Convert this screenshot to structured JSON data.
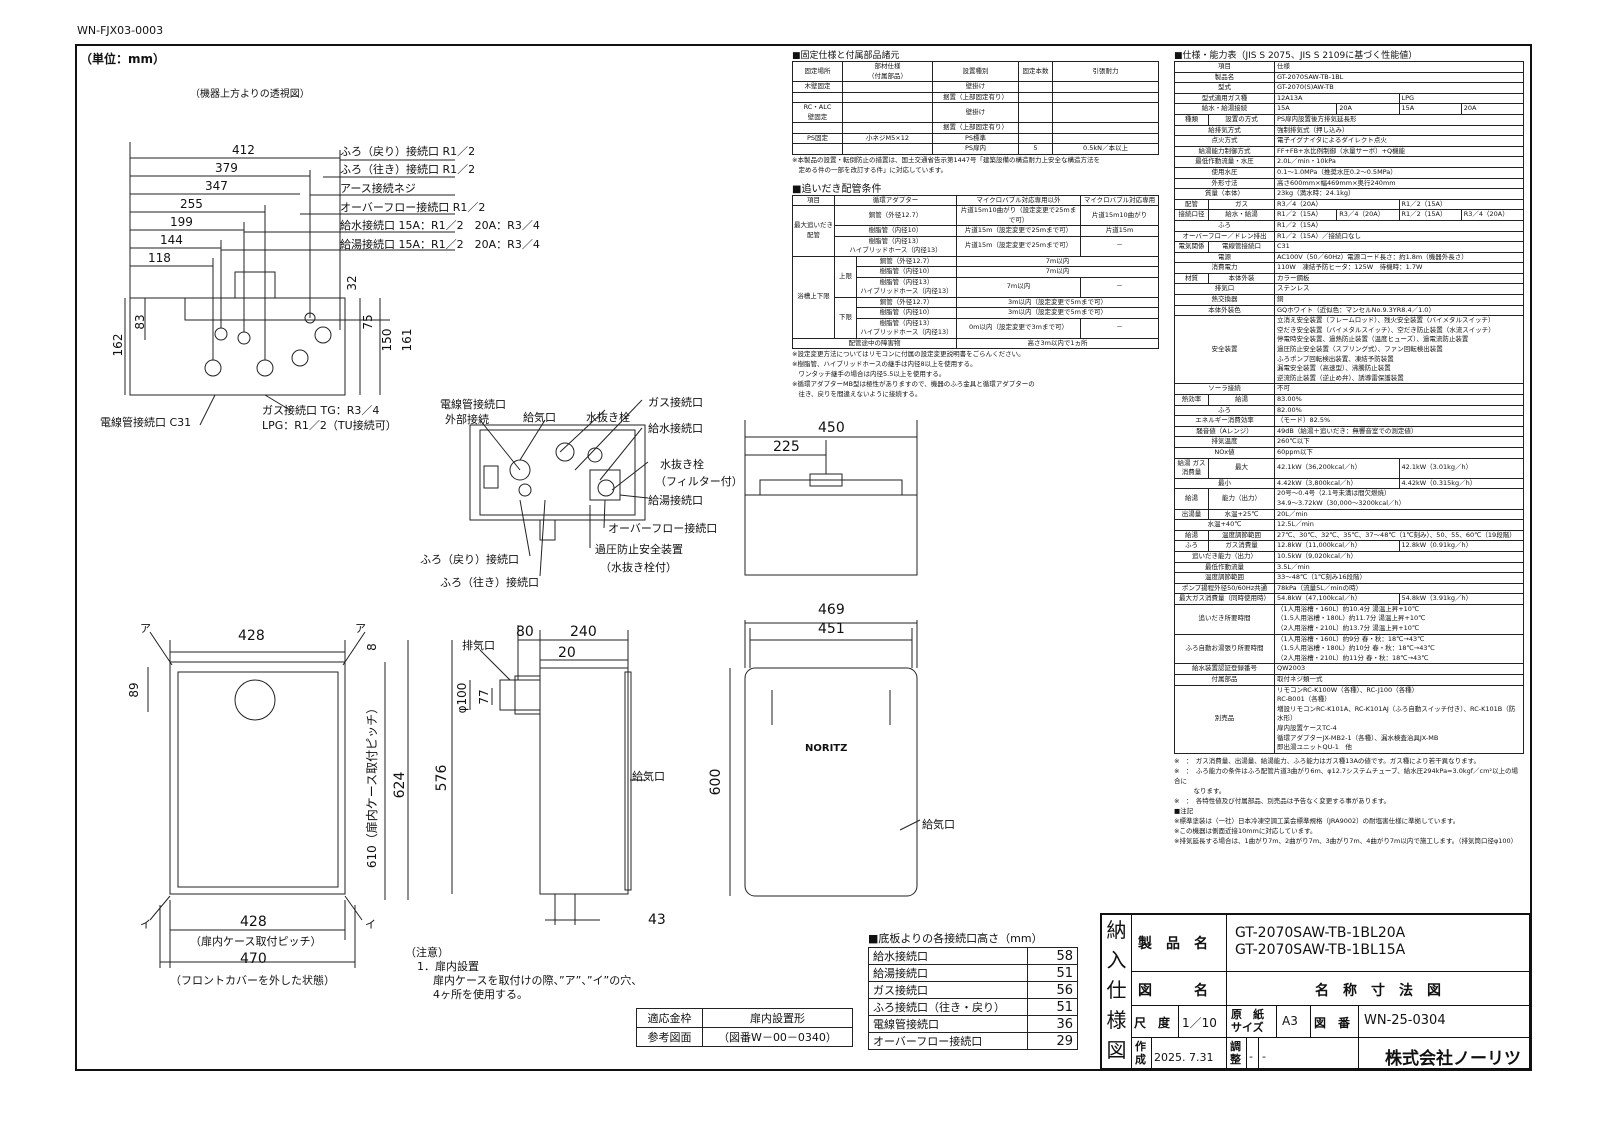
{
  "doc_id": "WN-FJX03-0003",
  "unit": "（単位：mm）",
  "top_view": {
    "title": "（機器上方よりの透視図）",
    "dims": {
      "d412": "412",
      "d379": "379",
      "d347": "347",
      "d255": "255",
      "d199": "199",
      "d144": "144",
      "d118": "118",
      "d162": "162",
      "d83": "83",
      "d32": "32",
      "d75": "75",
      "d150": "150",
      "d161": "161"
    },
    "labels": [
      "ふろ（戻り）接続口 R1／2",
      "ふろ（往き）接続口 R1／2",
      "アース接続ネジ",
      "オーバーフロー接続口 R1／2",
      "給水接続口 15A：R1／2　20A：R3／4",
      "給湯接続口 15A：R1／2　20A：R3／4"
    ],
    "conduit": "電線管接続口 C31",
    "gas_tg": "ガス接続口 TG：R3／4",
    "gas_lpg": "LPG：R1／2（TU接続可）"
  },
  "open_view": {
    "labels": {
      "conduit": "電線管接続口",
      "external": "外部接続",
      "intake": "給気口",
      "drain": "水抜き栓",
      "gas": "ガス接続口",
      "water": "給水接続口",
      "drain2": "水抜き栓",
      "filter": "（フィルター付）",
      "hot": "給湯接続口",
      "overflow": "オーバーフロー接続口",
      "bath_ret": "ふろ（戻り）接続口",
      "bath_go": "ふろ（往き）接続口",
      "relief": "過圧防止安全装置",
      "relief2": "（水抜き栓付）"
    }
  },
  "side_top": {
    "d450": "450",
    "d225": "225"
  },
  "case_view": {
    "d428top": "428",
    "d89": "89",
    "d8": "8",
    "d624": "624",
    "d610": "610（扉内ケース取付ピッチ）",
    "d428bot": "428",
    "pitch": "（扉内ケース取付ピッチ）",
    "d470": "470",
    "cover": "（フロントカバーを外した状態）",
    "a": "ア",
    "i": "イ"
  },
  "side_view": {
    "d80": "80",
    "d240": "240",
    "d20": "20",
    "d100": "φ100",
    "d77": "77",
    "d576": "576",
    "d43": "43",
    "exhaust": "排気口",
    "intake": "給気口"
  },
  "front_view": {
    "d469": "469",
    "d451": "451",
    "d600": "600",
    "intake": "給気口",
    "logo": "NORITZ"
  },
  "notes": {
    "title": "（注意）",
    "l1": "1．扉内設置",
    "l2": "扉内ケースを取付けの際、”ア”、”イ”の穴、",
    "l3": "4ヶ所を使用する。"
  },
  "applicable": {
    "r1": [
      "適応金枠",
      "扉内設置形"
    ],
    "r2": [
      "参考図面",
      "（図番W－00－0340）"
    ]
  },
  "heights": {
    "title": "■底板よりの各接続口高さ（mm）",
    "rows": [
      [
        "給水接続口",
        "58"
      ],
      [
        "給湯接続口",
        "51"
      ],
      [
        "ガス接続口",
        "56"
      ],
      [
        "ふろ接続口（往き・戻り）",
        "51"
      ],
      [
        "電線管接続口",
        "36"
      ],
      [
        "オーバーフロー接続口",
        "29"
      ]
    ]
  },
  "fixing": {
    "title": "■固定仕様と付属部品諸元",
    "header": [
      "固定場所",
      "部材仕様\n（付属部品）",
      "設置種別",
      "固定本数",
      "引張耐力"
    ],
    "rows": [
      [
        "木壁固定",
        "",
        "壁掛け",
        "",
        ""
      ],
      [
        "",
        "",
        "据置（上部固定有り）",
        "",
        ""
      ],
      [
        "RC・ALC\n壁固定",
        "",
        "壁掛け",
        "",
        ""
      ],
      [
        "",
        "",
        "据置（上部固定有り）",
        "",
        ""
      ],
      [
        "PS固定",
        "小ネジM5×12",
        "PS標準",
        "",
        ""
      ],
      [
        "",
        "",
        "PS扉内",
        "5",
        "0.5kN／本以上"
      ]
    ],
    "note1": "※本製品の設置・転倒防止の措置は、国土交通省告示第1447号「建築設備の構造耐力上安全な構造方法を",
    "note2": "　定める件の一部を改訂する件」に対応しています。"
  },
  "oidaki": {
    "title": "■追いだき配管条件",
    "h": [
      "項目",
      "循環アダプター",
      "マイクロバブル対応専用以外",
      "マイクロバブル対応専用"
    ],
    "max": "最大追いだき配管",
    "max_rows": [
      [
        "銅管（外径12.7）",
        "片道15m10曲がり（設定変更で25mまで可）",
        "片道15m10曲がり"
      ],
      [
        "樹脂管（内径10）",
        "片道15m（設定変更で25mまで可）",
        "片道15m"
      ],
      [
        "樹脂管（内径13）\nハイブリッドホース（内径13）",
        "片道15m（設定変更で25mまで可）",
        "－"
      ]
    ],
    "tub": "浴槽上下限",
    "upper": "上限",
    "lower": "下限",
    "up_rows": [
      [
        "銅管（外径12.7）",
        "7m以内"
      ],
      [
        "樹脂管（内径10）",
        "7m以内"
      ],
      [
        "樹脂管（内径13）\nハイブリッドホース（内径13）",
        "7m以内",
        "－"
      ]
    ],
    "lo_rows": [
      [
        "銅管（外径12.7）",
        "3m以内（設定変更で5mまで可）"
      ],
      [
        "樹脂管（内径10）",
        "3m以内（設定変更で5mまで可）"
      ],
      [
        "樹脂管（内径13）\nハイブリッドホース（内径13）",
        "0m以内（設定変更で3mまで可）",
        "－"
      ]
    ],
    "obstacle": [
      "配管途中の障害物",
      "高さ3m以内で1ヵ所"
    ],
    "notes": [
      "※設定変更方法についてはリモコンに付属の設定変更説明書をごらんください。",
      "※樹脂管、ハイブリッドホースの継手は内径8以上を使用する。",
      "　ワンタッチ継手の場合は内径5.5以上を使用する。",
      "※循環アダプターMB型は極性がありますので、機器のふろ金具と循環アダプターの",
      "　往き、戻りを間違えないように接続する。"
    ]
  },
  "spec": {
    "title": "■仕様・能力表（JIS S 2075、JIS S 2109に基づく性能値）",
    "rows": [
      [
        "",
        "項目",
        [
          "仕様"
        ]
      ],
      [
        "",
        "製品名",
        [
          "GT-2070SAW-TB-1BL"
        ]
      ],
      [
        "",
        "型式",
        [
          "GT-2070(S)AW-TB"
        ]
      ],
      [
        "",
        "型式適用ガス種",
        [
          "12A13A",
          "LPG"
        ]
      ],
      [
        "",
        "給水・給湯接続",
        [
          "15A",
          "20A",
          "15A",
          "20A"
        ]
      ],
      [
        "種類",
        "設置の方式",
        [
          "PS扉内設置後方排気延長形"
        ]
      ],
      [
        "",
        "給排気方式",
        [
          "強制排気式（押し込み）"
        ]
      ],
      [
        "",
        "点火方式",
        [
          "電子イグナイタによるダイレクト点火"
        ]
      ],
      [
        "",
        "給湯能力制御方式",
        [
          "FF+FB+水比例制御（水量サーボ）+Q機能"
        ]
      ],
      [
        "",
        "最低作動流量・水圧",
        [
          "2.0L／min・10kPa"
        ]
      ],
      [
        "",
        "使用水圧",
        [
          "0.1～1.0MPa（推奨水圧0.2～0.5MPa）"
        ]
      ],
      [
        "",
        "外形寸法",
        [
          "高さ600mm×幅469mm×奥行240mm"
        ]
      ],
      [
        "",
        "質量（本体）",
        [
          "23kg（満水時：24.1kg）"
        ]
      ],
      [
        "配管",
        "ガス",
        [
          "R3／4（20A）",
          "R1／2（15A）"
        ]
      ],
      [
        "接続口径",
        "給水・給湯",
        [
          "R1／2（15A）",
          "R3／4（20A）",
          "R1／2（15A）",
          "R3／4（20A）"
        ]
      ],
      [
        "",
        "ふろ",
        [
          "R1／2（15A）"
        ]
      ],
      [
        "",
        "オーバーフロー／ドレン排出",
        [
          "R1／2（15A）／接続口なし"
        ]
      ],
      [
        "電気関係",
        "電線管接続口",
        [
          "C31"
        ]
      ],
      [
        "",
        "電源",
        [
          "AC100V（50／60Hz）電源コード長さ：約1.8m（機器外長さ）"
        ]
      ],
      [
        "",
        "消費電力",
        [
          "110W　凍結予防ヒータ：125W　待機時：1.7W"
        ]
      ],
      [
        "材質",
        "本体外装",
        [
          "カラー鋼板"
        ]
      ],
      [
        "",
        "排気口",
        [
          "ステンレス"
        ]
      ],
      [
        "",
        "熱交換器",
        [
          "銅"
        ]
      ],
      [
        "",
        "本体外装色",
        [
          "GQホワイト（近似色：マンセルNo.9.3YR8.4／1.0）"
        ]
      ],
      [
        "",
        "安全装置",
        [
          "立消え安全装置（フレームロッド）、残火安全装置（バイメタルスイッチ）\n空だき安全装置（バイメタルスイッチ）、空だき防止装置（水流スイッチ）\n停電時安全装置、過熱防止装置（温度ヒューズ）、過電流防止装置\n過圧防止安全装置（スプリング式）、ファン回転検出装置\nふろポンプ回転検出装置、凍結予防装置\n漏電安全装置（高速型）、沸騰防止装置\n逆流防止装置（逆止め弁）、誘導雷保護装置"
        ]
      ],
      [
        "",
        "ソーラ接続",
        [
          "不可"
        ]
      ],
      [
        "熱効率",
        "給湯",
        [
          "83.00%"
        ]
      ],
      [
        "",
        "ふろ",
        [
          "82.00%"
        ]
      ],
      [
        "",
        "エネルギー消費効率",
        [
          "（モード）82.5%"
        ]
      ],
      [
        "",
        "騒音値（Aレンジ）",
        [
          "49dB（給湯＋追いだき：無響音室での測定値）"
        ]
      ],
      [
        "",
        "排気温度",
        [
          "260℃以下"
        ]
      ],
      [
        "",
        "NOx値",
        [
          "60ppm以下"
        ]
      ],
      [
        "給湯 ガス消費量",
        "最大",
        [
          "42.1kW（36,200kcal／h）",
          "42.1kW（3.01kg／h）"
        ]
      ],
      [
        "",
        "最小",
        [
          "4.42kW（3,800kcal／h）",
          "4.42kW（0.315kg／h）"
        ]
      ],
      [
        "給湯",
        "能力（出力）",
        [
          "20号～0.4号（2.1号未満は間欠燃焼）\n34.9～3.72kW（30,000～3200kcal／h）"
        ]
      ],
      [
        "出湯量",
        "水温+25℃",
        [
          "20L／min"
        ]
      ],
      [
        "",
        "水温+40℃",
        [
          "12.5L／min"
        ]
      ],
      [
        "給湯",
        "温度調節範囲",
        [
          "27℃、30℃、32℃、35℃、37～48℃（1℃刻み）、50、55、60℃（19段階）"
        ]
      ],
      [
        "ふろ",
        "ガス消費量",
        [
          "12.8kW（11,000kcal／h）",
          "12.8kW（0.91kg／h）"
        ]
      ],
      [
        "",
        "追いだき能力（出力）",
        [
          "10.5kW（9,020kcal／h）"
        ]
      ],
      [
        "",
        "最低作動流量",
        [
          "3.5L／min"
        ]
      ],
      [
        "",
        "温度調節範囲",
        [
          "33～48℃（1℃刻み16段階）"
        ]
      ],
      [
        "",
        "ポンプ揚程外径50/60Hz共通",
        [
          "78kPa（流量5L／minの時）"
        ]
      ],
      [
        "",
        "最大ガス消費量（同時使用時）",
        [
          "54.8kW（47,100kcal／h）",
          "54.8kW（3.91kg／h）"
        ]
      ],
      [
        "",
        "追いだき所要時間",
        [
          "（1人用浴槽・160L）約10.4分 湯温上昇+10℃\n（1.5人用浴槽・180L）約11.7分 湯温上昇+10℃\n（2人用浴槽・210L）約13.7分 湯温上昇+10℃"
        ]
      ],
      [
        "",
        "ふろ自動お湯張り所要時間",
        [
          "（1人用浴槽・160L）約9分 春・秋：18℃→43℃\n（1.5人用浴槽・180L）約10分 春・秋：18℃→43℃\n（2人用浴槽・210L）約11分 春・秋：18℃→43℃"
        ]
      ],
      [
        "",
        "給水装置認証登録番号",
        [
          "QW2003"
        ]
      ],
      [
        "",
        "付属部品",
        [
          "取付ネジ類一式"
        ]
      ],
      [
        "",
        "別売品",
        [
          "リモコンRC-K100W（各種）、RC-J100（各種）\nRC-B001（各種）\n増設リモコンRC-K101A、RC-K101AJ（ふろ自動スイッチ付き）、RC-K101B（防水形）\n扉内設置ケースTC-4\n循環アダプターJX-MB2-1（各種）、漏水検査治具JX-MB\n即出湯ユニットQU-1　他"
        ]
      ]
    ],
    "notes": [
      "※　：　ガス消費量、出湯量、給湯能力、ふろ能力はガス種13Aの値です。ガス種により若干異なります。",
      "※　：　ふろ能力の条件はふろ配管片道3曲がり6m、φ12.7システムチューブ、給水圧294kPa=3.0kgf／cm²以上の場合に",
      "　　　なります。",
      "※　：　各特性値及び付属部品、別売品は予告なく変更する事があります。",
      "■注記",
      "※標準塗装は（一社）日本冷凍空調工業会標準規格（JRA9002）の耐塩害仕様に準拠しています。",
      "※この機器は側面近接10mmに対応しています。",
      "※排気延長する場合は、1曲がり7m、2曲がり7m、3曲がり7m、4曲がり7m以内で施工します。（排気筒口径φ100）"
    ]
  },
  "title_block": {
    "side": [
      "納",
      "入",
      "仕",
      "様",
      "図"
    ],
    "product_label": "製　品　名",
    "products": [
      "GT-2070SAW-TB-1BL20A",
      "GT-2070SAW-TB-1BL15A"
    ],
    "drawing_label": "図　　　名",
    "drawing_name": "名　称　寸　法　図",
    "scale_label": "尺　度",
    "scale": "1／10",
    "paper_label": "原　紙\nサイズ",
    "paper": "A3",
    "number_label": "図　番",
    "number": "WN-25-0304",
    "made_label": "作成",
    "date": "2025. 7.31",
    "check_label": "調整",
    "check": "-",
    "check2": "-",
    "company": "株式会社ノーリツ"
  }
}
